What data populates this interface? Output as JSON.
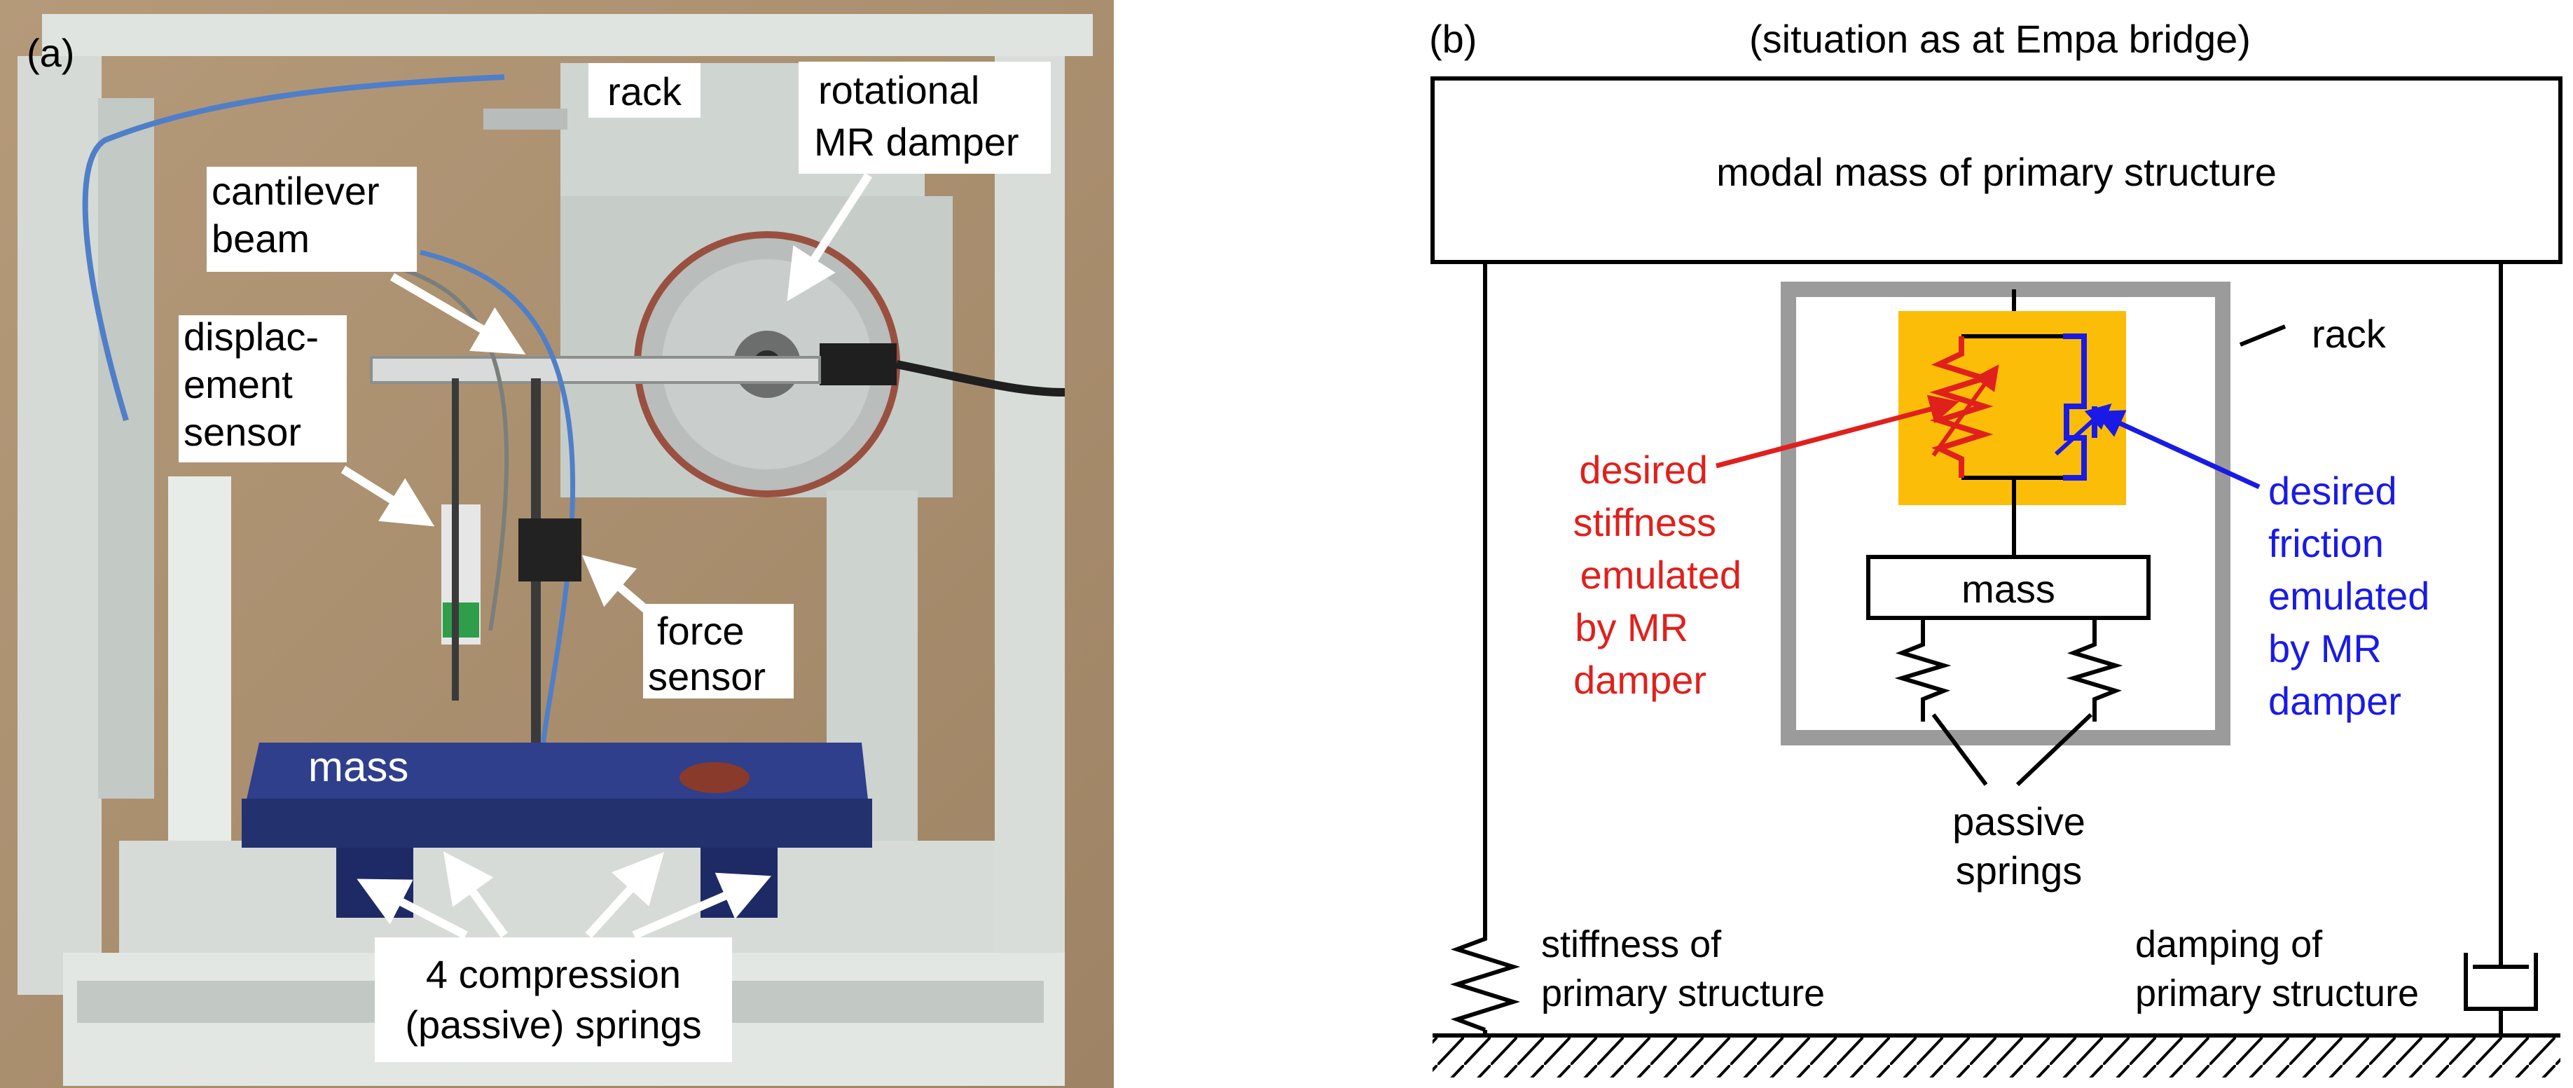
{
  "panel_a": {
    "tag": "(a)",
    "labels": {
      "rack": "rack",
      "damper_1": "rotational",
      "damper_2": "MR damper",
      "cantilever_1": "cantilever",
      "cantilever_2": "beam",
      "displacement_1": "displac-",
      "displacement_2": "ement",
      "displacement_3": "sensor",
      "force_1": "force",
      "force_2": "sensor",
      "mass": "mass",
      "springs_1": "4 compression",
      "springs_2": "(passive) springs"
    }
  },
  "panel_b": {
    "tag": "(b)",
    "title": "(situation as at Empa bridge)",
    "modal_mass": "modal mass of primary structure",
    "rack": "rack",
    "mass": "mass",
    "stiffness_1": "desired",
    "stiffness_2": "stiffness",
    "stiffness_3": "emulated",
    "stiffness_4": "by MR",
    "stiffness_5": "damper",
    "friction_1": "desired",
    "friction_2": "friction",
    "friction_3": "emulated",
    "friction_4": "by MR",
    "friction_5": "damper",
    "passive_1": "passive",
    "passive_2": "springs",
    "primary_stiffness_1": "stiffness of",
    "primary_stiffness_2": "primary structure",
    "primary_damping_1": "damping of",
    "primary_damping_2": "primary structure"
  },
  "colors": {
    "stiffness": "#e0201c",
    "friction": "#1a1ae6",
    "mr_block": "#fbbd08",
    "rack_frame": "#9b9b9b",
    "mass_plate": "#2f3f8c"
  }
}
